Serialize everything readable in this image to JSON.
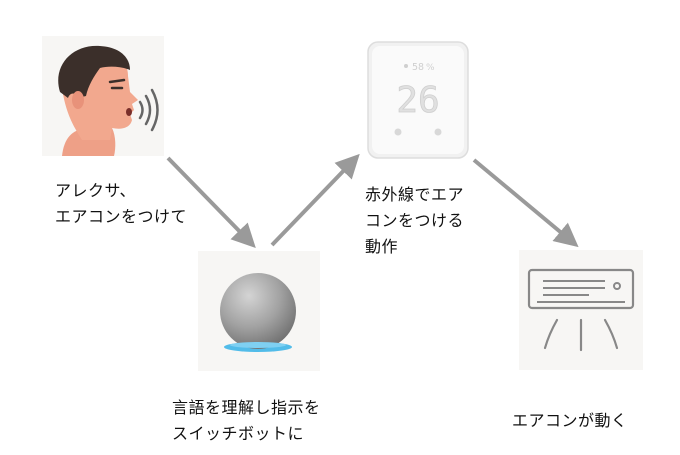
{
  "steps": [
    {
      "caption": "アレクサ、\nエアコンをつけて"
    },
    {
      "caption": "言語を理解し指示を\nスイッチボットに"
    },
    {
      "caption": "赤外線でエア\nコンをつける\n動作"
    },
    {
      "caption": "エアコンが動く"
    }
  ],
  "devices": {
    "hub_display": {
      "temperature": "26",
      "humidity": "58"
    }
  },
  "icons": [
    "speaking-person-icon",
    "smart-speaker-icon",
    "ir-hub-icon",
    "air-conditioner-icon"
  ],
  "colors": {
    "arrow": "#9a9a9a",
    "tile": "#f7f6f4",
    "skin": "#f2a88e",
    "hair": "#3b2f2a",
    "speaker_ring": "#3fb6e8"
  }
}
